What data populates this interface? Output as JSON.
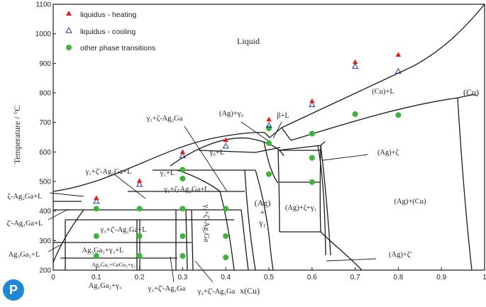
{
  "chart_data": {
    "type": "scatter",
    "xlabel": "x(Cu)",
    "ylabel": "Temperature / °C",
    "xlim": [
      0,
      1
    ],
    "ylim": [
      200,
      1100
    ],
    "x_ticks": [
      "0",
      "0.1",
      "0.2",
      "0.3",
      "0.4",
      "0.5",
      "0.6",
      "0.7",
      "0.8",
      "0.9",
      "1"
    ],
    "y_ticks": [
      "200",
      "300",
      "400",
      "500",
      "600",
      "700",
      "800",
      "900",
      "1000",
      "1100"
    ],
    "legend": {
      "placement": "top-left",
      "entries": [
        {
          "label": "liquidus - heating",
          "marker": "filled-triangle",
          "color": "#e02020"
        },
        {
          "label": "liquidus - cooling",
          "marker": "open-triangle",
          "color": "#1f3a93"
        },
        {
          "label": "other phase transitions",
          "marker": "filled-circle",
          "color": "#3cb43c"
        }
      ]
    },
    "series": [
      {
        "name": "liquidus - heating",
        "points": [
          [
            0.1,
            437
          ],
          [
            0.2,
            495
          ],
          [
            0.3,
            593
          ],
          [
            0.4,
            633
          ],
          [
            0.5,
            703
          ],
          [
            0.6,
            765
          ],
          [
            0.7,
            897
          ],
          [
            0.8,
            922
          ]
        ]
      },
      {
        "name": "liquidus - cooling",
        "points": [
          [
            0.1,
            433
          ],
          [
            0.2,
            490
          ],
          [
            0.3,
            587
          ],
          [
            0.4,
            620
          ],
          [
            0.5,
            690
          ],
          [
            0.6,
            760
          ],
          [
            0.7,
            890
          ],
          [
            0.8,
            873
          ]
        ]
      },
      {
        "name": "other phase transitions",
        "points": [
          [
            0.1,
            408
          ],
          [
            0.1,
            315
          ],
          [
            0.1,
            248
          ],
          [
            0.2,
            408
          ],
          [
            0.2,
            315
          ],
          [
            0.2,
            248
          ],
          [
            0.3,
            540
          ],
          [
            0.3,
            510
          ],
          [
            0.3,
            408
          ],
          [
            0.3,
            315
          ],
          [
            0.3,
            248
          ],
          [
            0.4,
            408
          ],
          [
            0.4,
            315
          ],
          [
            0.4,
            243
          ],
          [
            0.5,
            680
          ],
          [
            0.5,
            630
          ],
          [
            0.5,
            525
          ],
          [
            0.6,
            662
          ],
          [
            0.6,
            580
          ],
          [
            0.6,
            498
          ],
          [
            0.7,
            728
          ],
          [
            0.8,
            725
          ]
        ]
      }
    ],
    "regions": [
      "Liquid",
      "(Cu)+L",
      "(Cu)",
      "β+L",
      "(Ag)+γ0",
      "γ0+L",
      "γ1+ζ-Ag2Ga",
      "γ1+L",
      "γ1+ζ'-Ag2Ga+L",
      "γ1+ζ-Ag2Ga+L",
      "ζ-Ag2Ga+L",
      "ζ'-Ag2Ga+L",
      "γ3+ζ'-Ag2Ga+L",
      "Ag3Ga2+γ3+L",
      "Ag3Ga2+CuGa2+γ3",
      "Ag3Ga2+L",
      "Ag3Ga2+γ3",
      "γ3+ζ'-Ag2Ga",
      "γ2+ζ'-Ag2Ga",
      "γ1+ζ'-Ag2Ga",
      "(Ag) + γ1",
      "(Ag)+ζ+γ1",
      "(Ag)+ζ",
      "(Ag)+(Cu)",
      "(Ag)+ζ'"
    ]
  },
  "labels": {
    "liquid": "Liquid",
    "cu_l": "(Cu)+L",
    "cu": "(Cu)",
    "beta_l": "β+L",
    "ag_g0": "(Ag)+γ₀",
    "g0_l": "γ₀+L",
    "g1_zeta": "γ₁+ζ-Ag₂Ga",
    "g1_l": "γ₁+L",
    "g1_zetap_l": "γ₁+ζ'-Ag₂Ga+L",
    "g1_zeta_l": "γ₁+ζ-Ag₂Ga+L",
    "zeta_l": "ζ-Ag₂Ga+L",
    "zetap_l": "ζ'-Ag₂Ga+L",
    "g3_zetap_l": "γ₃+ζ'-Ag₂Ga+L",
    "ag3_g3_l": "Ag₃Ga₂+γ₃+L",
    "ag3_cuga2": "Ag₃Ga₂+CuGa₂+γ₃",
    "ag3_l": "Ag₃Ga₂+L",
    "ag3_g3": "Ag₃Ga₂+γ₃",
    "g3_zetap": "γ₃+ζ'-Ag₂Ga",
    "g2_zetap": "γ₂+ζ'-Ag₂Ga",
    "g1_zetap_vert": "γ₁+ζ'-Ag₂Ga",
    "ag_top": "(Ag)",
    "ag_plus": "+",
    "ag_g1": "γ₁",
    "ag_zeta_g1": "(Ag)+ζ+γ₁",
    "ag_zeta": "(Ag)+ζ",
    "ag_cu": "(Ag)+(Cu)",
    "ag_zetap": "(Ag)+ζ'",
    "logo": "P"
  }
}
